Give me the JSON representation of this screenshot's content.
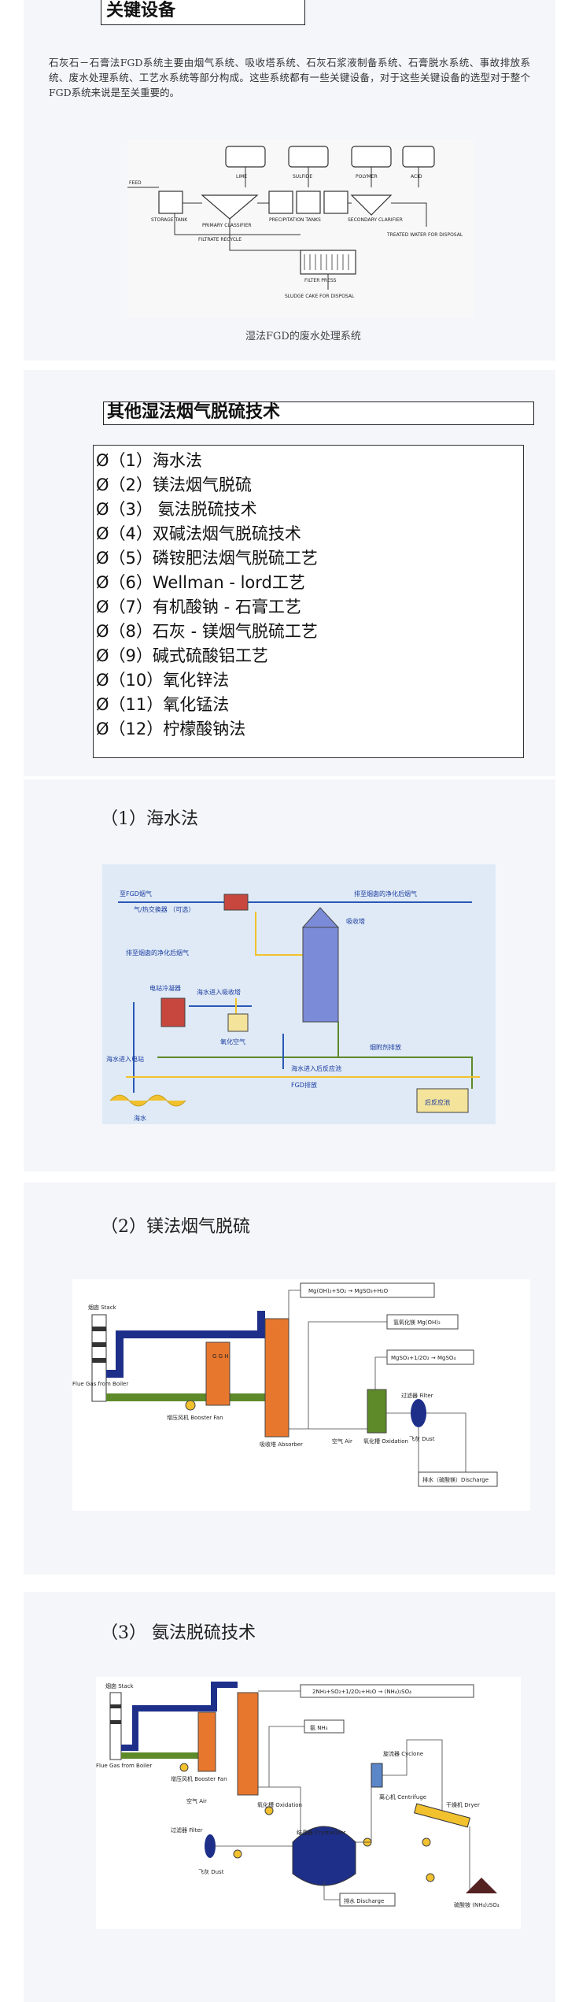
{
  "section1": {
    "heading": "关键设备",
    "intro": "石灰石－石膏法FGD系统主要由烟气系统、吸收塔系统、石灰石浆液制备系统、石膏脱水系统、事故排放系统、废水处理系统、工艺水系统等部分构成。这些系统都有一些关键设备，对于这些关键设备的选型对于整个FGD系统来说是至关重要的。",
    "diagram_labels": {
      "lime": "LIME",
      "sulfide": "SULFIDE",
      "polymer": "POLYMER",
      "acid": "ACID",
      "feed": "FEED",
      "storage_tank": "STORAGE TANK",
      "precipitation_tanks": "PRECIPITATION TANKS",
      "primary_classifier": "PRIMARY CLASSIFIER",
      "secondary_clarifier": "SECONDARY CLARIFIER",
      "filtrate_recycle": "FILTRATE RECYCLE",
      "filter_press": "FILTER PRESS",
      "treated_water": "TREATED WATER FOR DISPOSAL",
      "sludge_cake": "SLUDGE CAKE FOR DISPOSAL"
    },
    "caption": "湿法FGD的废水处理系统"
  },
  "section2": {
    "heading": "其他湿法烟气脱硫技术",
    "items": [
      "Ø（1）海水法",
      "Ø（2）镁法烟气脱硫",
      "Ø（3） 氨法脱硫技术",
      "Ø（4）双碱法烟气脱硫技术",
      "Ø（5）磷铵肥法烟气脱硫工艺",
      "Ø（6）Wellman - lord工艺",
      "Ø（7）有机酸钠 - 石膏工艺",
      "Ø（8）石灰 - 镁烟气脱硫工艺",
      "Ø（9）碱式硫酸铝工艺",
      "Ø（10）氧化锌法",
      "Ø（11）氧化锰法",
      "Ø（12）柠檬酸钠法"
    ]
  },
  "section3": {
    "title": "（1）海水法",
    "labels": {
      "to_fgd": "至FGD烟气",
      "ggh": "气/热交换器 （可选）",
      "to_chimney": "排至烟囱的净化后烟气",
      "absorber": "吸收塔",
      "clean_gas": "排至烟囱的净化后烟气",
      "condenser": "电站冷凝器",
      "seawater_in": "海水进入吸收塔",
      "oxidation_air": "氧化空气",
      "drain": "烟附剂排放",
      "seawater_pool": "海水进入后反应池",
      "fgd_drain": "FGD排放",
      "post_pool": "后反应池",
      "seawater": "海水",
      "inlet": "海水进入电站"
    }
  },
  "section4": {
    "title": "（2）镁法烟气脱硫",
    "labels": {
      "eq1": "Mg(OH)₂+SO₂ → MgSO₃+H₂O",
      "slurry": "氢氧化镁 Mg(OH)₂",
      "eq2": "MgSO₃+1/2O₂ → MgSO₄",
      "stack": "烟囱 Stack",
      "flue_gas": "Flue Gas from Boiler",
      "fan": "增压风机 Booster Fan",
      "ggh": "G G H",
      "absorber": "吸收塔 Absorber",
      "air": "空气 Air",
      "oxidation": "氧化槽 Oxidation",
      "filter": "过滤器 Filter",
      "dust": "飞灰 Dust",
      "discharge": "排水（硫酸镁）Discharge"
    }
  },
  "section5": {
    "title": "（3） 氨法脱硫技术",
    "labels": {
      "eq": "2NH₃+SO₂+1/2O₂+H₂O → (NH₄)₂SO₄",
      "stack": "烟囱 Stack",
      "flue_gas": "Flue Gas from Boiler",
      "fan": "增压风机 Booster Fan",
      "air": "空气 Air",
      "nh3": "氨 NH₃",
      "cyclone": "旋流器 Cyclone",
      "centrifuge": "离心机 Centrifuge",
      "filter": "过滤器 Filter",
      "crystallizer": "结晶器 Crystallizer",
      "dryer": "干燥机 Dryer",
      "dust": "飞灰 Dust",
      "discharge": "排水 Discharge",
      "product": "硫酸铵 (NH₄)₂SO₄",
      "oxidation": "氧化槽 Oxidation"
    }
  },
  "colors": {
    "heading_border": "#222222",
    "panel_bg": "#f5f6fa",
    "orange": "#e8772e",
    "navy": "#1e2f8a",
    "green": "#5e8a2a",
    "yellow": "#f2c12e",
    "sea_bg": "#dfeaf6"
  }
}
